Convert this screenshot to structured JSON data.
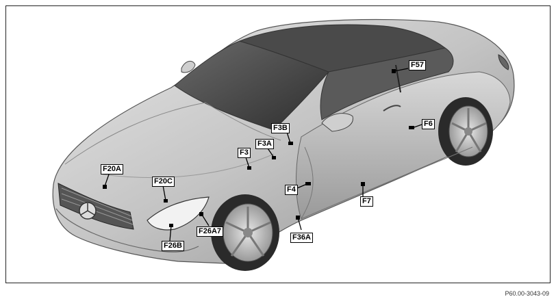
{
  "diagram": {
    "labels": {
      "f57": "F57",
      "f3b": "F3B",
      "f6": "F6",
      "f3a": "F3A",
      "f3": "F3",
      "f20a": "F20A",
      "f20c": "F20C",
      "f4": "F4",
      "f7": "F7",
      "f26a7": "F26A7",
      "f36a": "F36A",
      "f26b": "F26B"
    },
    "reference_code": "P60.00-3043-09"
  }
}
